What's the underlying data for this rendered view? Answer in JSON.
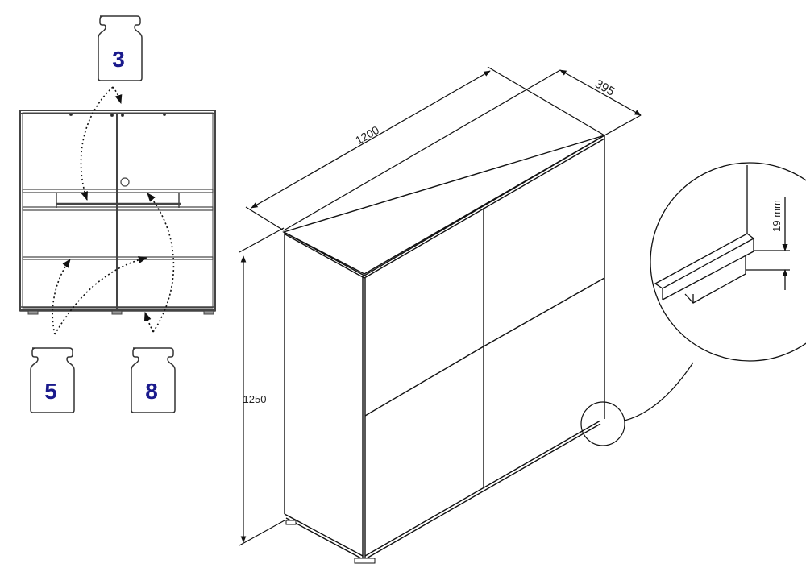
{
  "diagram": {
    "type": "furniture assembly / dimension drawing",
    "front_view": {
      "description": "Front view of cabinet frame showing shelf load points",
      "weight_labels": [
        {
          "id": "top",
          "value": "3"
        },
        {
          "id": "bottom-left",
          "value": "5"
        },
        {
          "id": "bottom-right",
          "value": "8"
        }
      ],
      "weight_color": "#1a1a8c"
    },
    "isometric_view": {
      "dimensions": {
        "width": "1200",
        "depth": "395",
        "height": "1250"
      }
    },
    "detail_view": {
      "dimension": "19 mm"
    }
  }
}
